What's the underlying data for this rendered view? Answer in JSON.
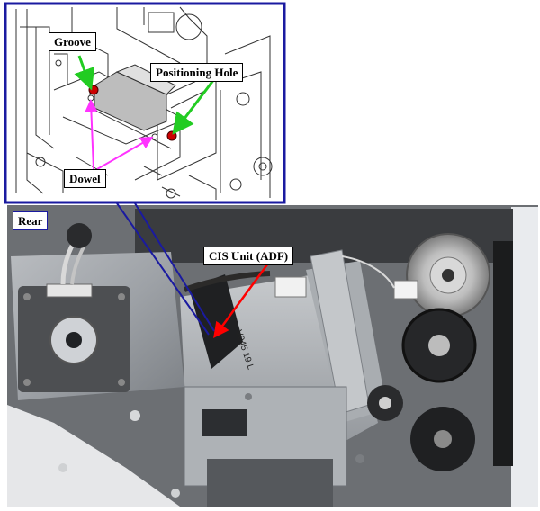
{
  "callouts": {
    "groove": "Groove",
    "positioning_hole": "Positioning Hole",
    "dowel": "Dowel",
    "rear": "Rear",
    "cis_unit": "CIS Unit (ADF)",
    "part_stamp": "V045 19 L"
  },
  "colors": {
    "inset_border": "#1a1aa0",
    "groove_arrow": "#22cc22",
    "hole_arrow": "#22cc22",
    "dowel_arrows": "#ff33ff",
    "cis_arrow": "#ff0000",
    "marker_dot": "#cc0000"
  },
  "icons": [
    "arrow-icon",
    "marker-dot-icon"
  ]
}
